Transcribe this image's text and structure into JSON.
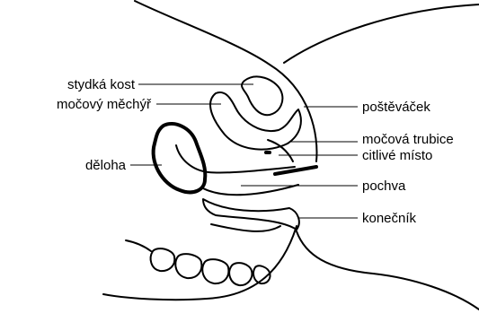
{
  "labels": {
    "pubic_bone": "stydká kost",
    "bladder": "močový měchýř",
    "uterus": "děloha",
    "clitoris": "poštěváček",
    "urethra": "močová trubice",
    "sensitive_spot": "citlivé místo",
    "vagina": "pochva",
    "rectum": "konečník"
  }
}
